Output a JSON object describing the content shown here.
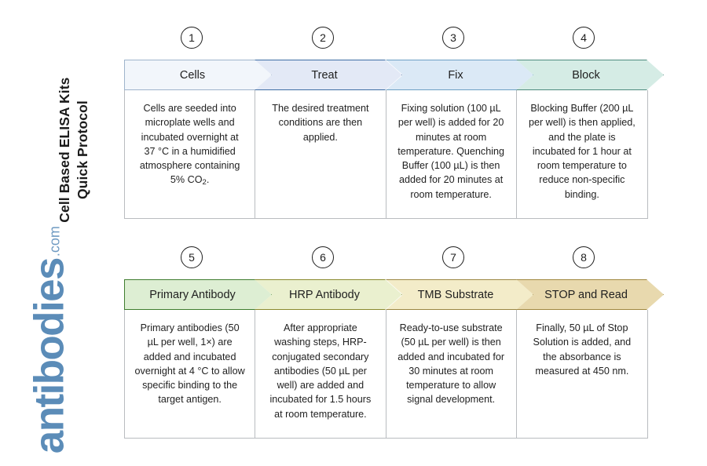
{
  "document": {
    "title": "Cell Based ELISA Kits\nQuick Protocol"
  },
  "brand": {
    "name": "antibodies",
    "tld": ".com",
    "color": "#5b8cb8"
  },
  "rows": [
    {
      "id": "row-1",
      "steps": [
        {
          "number": "1",
          "label": "Cells",
          "fill": "#f2f6fb",
          "stroke": "#9fb4cc",
          "description_parts": [
            "Cells are seeded into microplate wells and incubated overnight at 37 °C in a humidified atmosphere containing 5% CO",
            "2",
            "."
          ]
        },
        {
          "number": "2",
          "label": "Treat",
          "fill": "#e3e9f6",
          "stroke": "#3f6ea5",
          "description": "The desired treatment conditions are then applied."
        },
        {
          "number": "3",
          "label": "Fix",
          "fill": "#dbe9f6",
          "stroke": "#6d9fc4",
          "description": "Fixing solution (100 µL per well) is added for 20 minutes at room temperature. Quenching Buffer (100 µL) is then added for 20 minutes at room temperature."
        },
        {
          "number": "4",
          "label": "Block",
          "fill": "#d5ece5",
          "stroke": "#4d8b7e",
          "description": "Blocking Buffer (200 µL per well) is then applied, and the plate is incubated for 1 hour at room temperature to reduce non-specific binding."
        }
      ]
    },
    {
      "id": "row-2",
      "steps": [
        {
          "number": "5",
          "label": "Primary Antibody",
          "fill": "#ddeed3",
          "stroke": "#3f7d2f",
          "description": "Primary antibodies (50 µL per well, 1×) are added and incubated overnight at 4 °C to allow specific binding to the target antigen."
        },
        {
          "number": "6",
          "label": "HRP Antibody",
          "fill": "#eaf0cf",
          "stroke": "#8a8a2e",
          "description": "After appropriate washing steps, HRP-conjugated secondary antibodies (50 µL per well) are added and incubated for 1.5 hours at room temperature."
        },
        {
          "number": "7",
          "label": "TMB Substrate",
          "fill": "#f3ecc9",
          "stroke": "#9b8642",
          "description": "Ready-to-use substrate (50 µL per well) is then added and incubated for 30 minutes at room temperature to allow signal development."
        },
        {
          "number": "8",
          "label": "STOP and Read",
          "fill": "#e8d9ae",
          "stroke": "#a08840",
          "description": "Finally, 50 µL of Stop Solution is added, and the absorbance is measured at 450 nm."
        }
      ]
    }
  ]
}
